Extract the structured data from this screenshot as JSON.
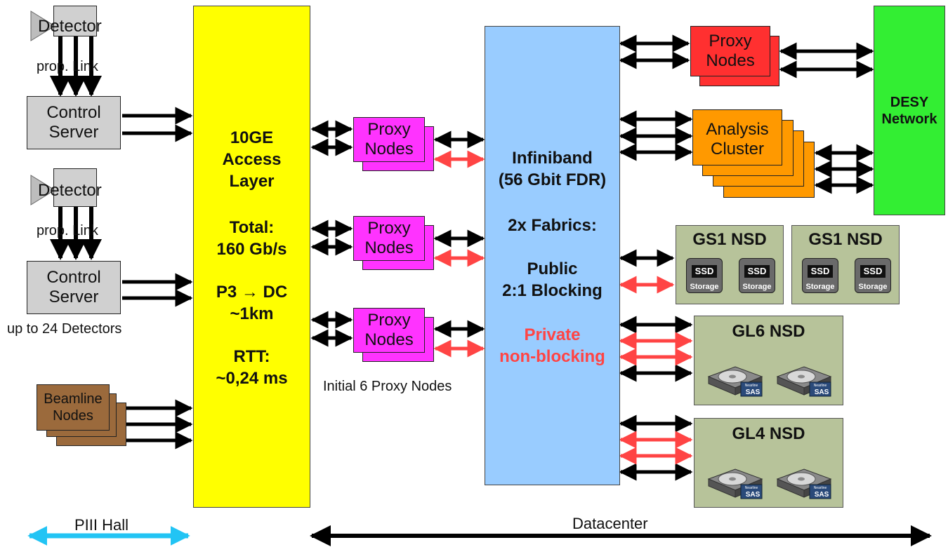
{
  "left": {
    "detector_label": "Detector",
    "link_label": "prop. Link",
    "control_server_label": "Control\nServer",
    "up_to_label": "up to 24 Detectors",
    "beamline_label": "Beamline\nNodes"
  },
  "access_layer": {
    "title": "10GE\nAccess\nLayer",
    "total": "Total:\n160 Gb/s",
    "distance": "P3 → DC\n~1km",
    "rtt": "RTT:\n~0,24 ms"
  },
  "proxy": {
    "label": "Proxy\nNodes",
    "initial_caption": "Initial 6 Proxy Nodes"
  },
  "infiniband": {
    "title": "Infiniband\n(56 Gbit FDR)",
    "fabrics": "2x Fabrics:",
    "public": "Public\n2:1 Blocking",
    "private": "Private\nnon-blocking"
  },
  "right": {
    "proxy_label": "Proxy\nNodes",
    "analysis_label": "Analysis\nCluster",
    "desy_label": "DESY\nNetwork"
  },
  "storage": {
    "gs1_title": "GS1 NSD",
    "ssd_chip": "SSD",
    "ssd_caption": "Storage",
    "gl6_title": "GL6 NSD",
    "gl4_title": "GL4 NSD",
    "hdd_badge": "SAS",
    "hdd_small": "Nearline"
  },
  "footer": {
    "hall_label": "PIII Hall",
    "datacenter_label": "Datacenter"
  },
  "colors": {
    "access_layer": "#ffff00",
    "infiniband": "#99ccff",
    "proxy": "#ff33ff",
    "proxy_right": "#ff3030",
    "analysis": "#ff9900",
    "desy": "#33ee33",
    "beamline": "#9b6a3c",
    "private_arrow": "#ff4444",
    "hall_arrow": "#22c4f4"
  }
}
